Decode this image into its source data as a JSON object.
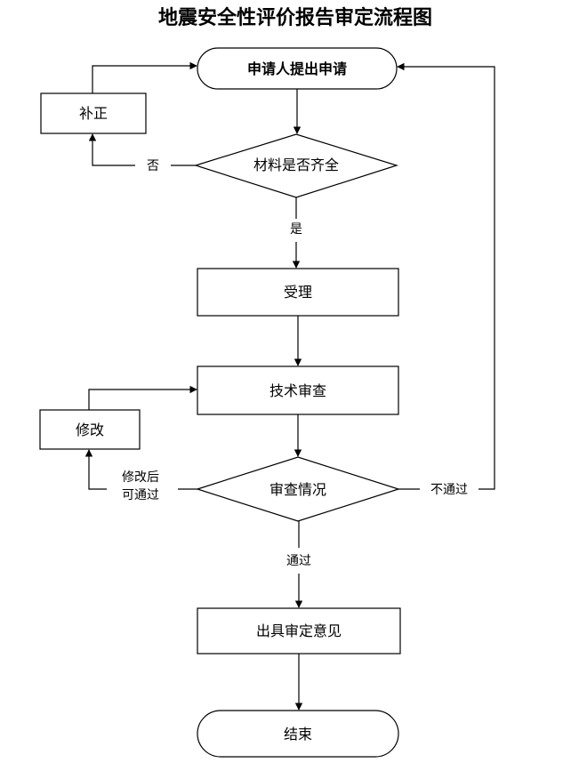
{
  "title": "地震安全性评价报告审定流程图",
  "nodes": {
    "apply": "申请人提出申请",
    "supplement": "补正",
    "materials_check": "材料是否齐全",
    "accept": "受理",
    "tech_review": "技术审查",
    "modify": "修改",
    "review_result": "审查情况",
    "issue_opinion": "出具审定意见",
    "end": "结束"
  },
  "edges": {
    "no": "否",
    "yes": "是",
    "modified_pass_line1": "修改后",
    "modified_pass_line2": "可通过",
    "not_pass": "不通过",
    "pass": "通过"
  }
}
